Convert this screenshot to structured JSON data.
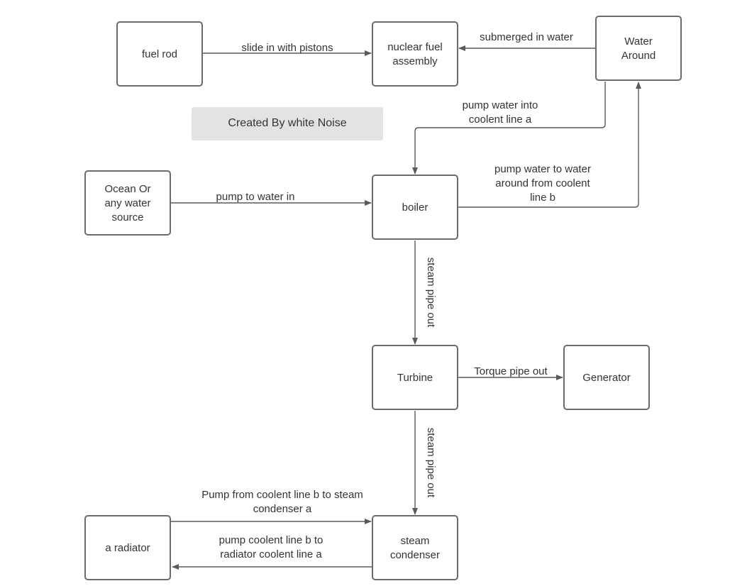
{
  "nodes": {
    "fuel_rod": [
      "fuel rod"
    ],
    "nuclear_fuel_assembly": [
      "nuclear  fuel",
      "assembly"
    ],
    "water_around": [
      "Water",
      "Around"
    ],
    "ocean": [
      "Ocean Or",
      "any water",
      "source"
    ],
    "boiler": [
      "boiler"
    ],
    "turbine": [
      "Turbine"
    ],
    "generator": [
      "Generator"
    ],
    "radiator": [
      "a radiator"
    ],
    "steam_condenser": [
      "steam",
      "condenser"
    ]
  },
  "edges": {
    "fuel_rod_to_assembly": [
      "slide in with pistons"
    ],
    "water_around_to_assembly": [
      "submerged in water"
    ],
    "water_around_to_boiler": [
      "pump water into",
      "coolent line a"
    ],
    "ocean_to_boiler": [
      "pump to water in"
    ],
    "boiler_to_water_around": [
      "pump water to water",
      "around from coolent",
      "line b"
    ],
    "boiler_to_turbine": [
      "steam pipe out"
    ],
    "turbine_to_generator": [
      "Torque pipe out"
    ],
    "turbine_to_condenser": [
      "steam pipe out"
    ],
    "radiator_to_condenser": [
      "Pump from coolent line b to steam",
      "condenser a"
    ],
    "condenser_to_radiator": [
      "pump coolent line b to",
      "radiator coolent line a"
    ]
  },
  "note": "Created By white Noise"
}
